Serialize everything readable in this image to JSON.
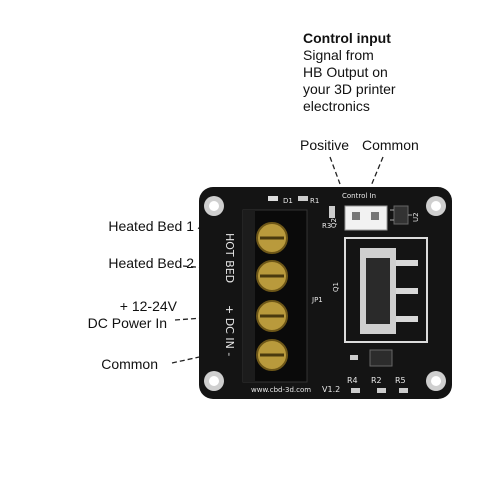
{
  "control_input": {
    "title": "Control input",
    "lines": [
      "Signal from",
      "HB Output on",
      "your 3D printer",
      "electronics"
    ]
  },
  "header_labels": {
    "positive": "Positive",
    "common": "Common"
  },
  "side_labels": {
    "heated_bed_1": "Heated Bed 1",
    "heated_bed_2": "Heated Bed 2",
    "power_line1": "+ 12-24V",
    "power_line2": "DC Power In",
    "common": "Common"
  },
  "board_silkscreen": {
    "control_in": "Control In",
    "hot_bed": "HOT BED",
    "dc_in": "+ DC IN -",
    "website": "www.cbd-3d.com",
    "version": "V1.2",
    "d1": "D1",
    "r1": "R1",
    "r3": "R3",
    "q2": "Q2",
    "u2": "U2",
    "jp1": "JP1",
    "q1": "Q1",
    "r4": "R4",
    "r2": "R2",
    "r5": "R5"
  }
}
